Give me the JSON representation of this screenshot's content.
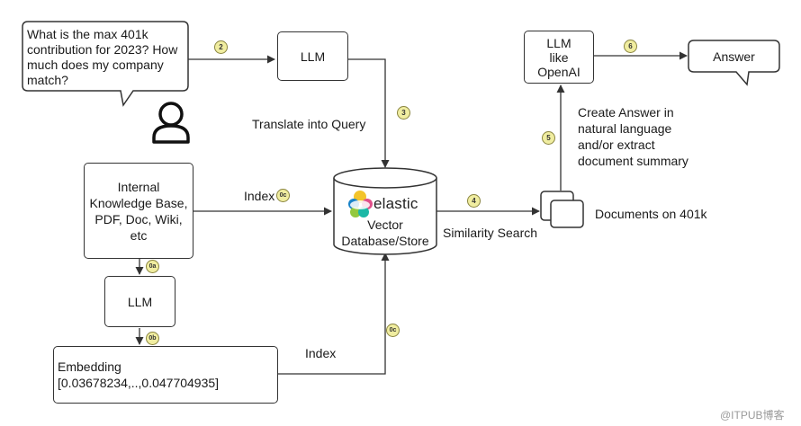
{
  "question": {
    "lines": [
      "What is the max 401k",
      "contribution for 2023? How",
      "much does my company",
      "match?"
    ]
  },
  "llm_top": "LLM",
  "translate_label": "Translate into Query",
  "knowledge_base": {
    "lines": [
      "Internal",
      "Knowledge Base,",
      "PDF, Doc, Wiki,",
      "etc"
    ]
  },
  "index_top": "Index",
  "llm_mid": "LLM",
  "embedding": {
    "title": "Embedding",
    "vector": "[0.03678234,..,0.047704935]"
  },
  "index_bottom": "Index",
  "vector_db": {
    "brand": "elastic",
    "lines": [
      "Vector",
      "Database/Store"
    ]
  },
  "similarity_label": "Similarity Search",
  "documents_label": "Documents on 401k",
  "create_answer": {
    "lines": [
      "Create Answer in",
      "natural language",
      "and/or extract",
      "document summary"
    ]
  },
  "llm_openai": {
    "lines": [
      "LLM",
      "like",
      "OpenAI"
    ]
  },
  "answer": "Answer",
  "steps": {
    "s2": "2",
    "s3": "3",
    "s4": "4",
    "s5": "5",
    "s6": "6",
    "s0a": "0a",
    "s0b": "0b",
    "s0c_top": "0c",
    "s0c_bottom": "0c"
  },
  "watermark": "@ITPUB博客",
  "colors": {
    "line": "#333333",
    "badge_fill": "#f0eda0",
    "elastic_yellow": "#f3c42b",
    "elastic_pink": "#e0508a",
    "elastic_teal": "#1bb8a6",
    "elastic_blue": "#1a83c8",
    "elastic_green": "#93c83e"
  }
}
